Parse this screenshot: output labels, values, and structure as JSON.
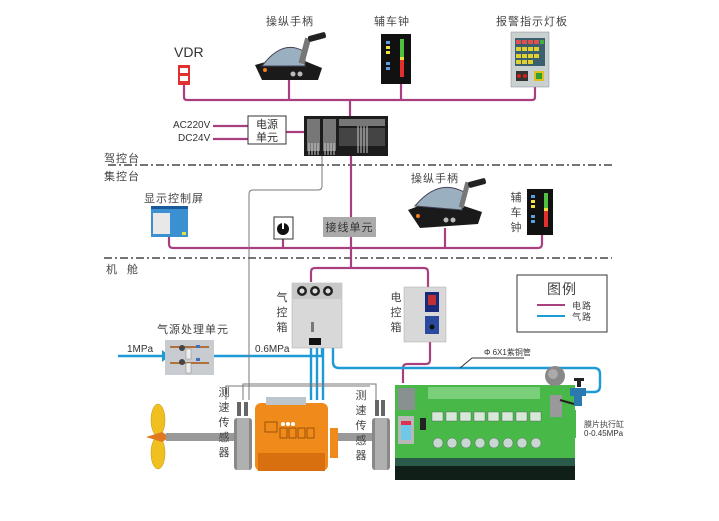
{
  "zones": {
    "bridge": "驾控台",
    "control_room": "集控台",
    "engine_room": "机  舱"
  },
  "bridge": {
    "vdr": "VDR",
    "handle": "操纵手柄",
    "telegraph": "辅车钟",
    "alarm_panel": "报警指示灯板",
    "ac": "AC220V",
    "dc": "DC24V",
    "power_unit_line1": "电源",
    "power_unit_line2": "单元"
  },
  "control_room": {
    "display": "显示控制屏",
    "handle": "操纵手柄",
    "telegraph": "辅车钟",
    "terminal_unit": "接线单元"
  },
  "engine_room": {
    "air_box": "气控箱",
    "elec_box": "电控箱",
    "air_treatment": "气源处理单元",
    "in_pressure": "1MPa",
    "out_pressure": "0.6MPa",
    "pipe_note": "Φ 6X1紫铜管",
    "speed_sensor_left": "测速传感器",
    "speed_sensor_right": "测速传感器",
    "actuator_line1": "膜片执行缸",
    "actuator_line2": "0-0.45MPa"
  },
  "legend": {
    "title": "图例",
    "items": [
      {
        "label": "电路",
        "color": "#a8407f"
      },
      {
        "label": "气路",
        "color": "#1e9ad6"
      }
    ]
  },
  "colors": {
    "electric": "#a8407f",
    "pneumatic": "#1e9ad6",
    "signal": "#777777"
  }
}
